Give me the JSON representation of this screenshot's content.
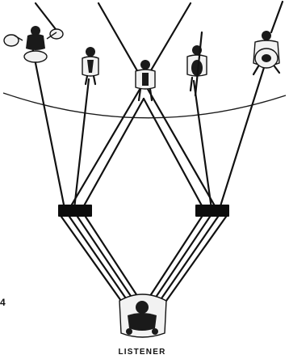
{
  "labels": {
    "listener": "LISTENER",
    "figure_number": "4"
  },
  "musicians": [
    {
      "name": "drummer"
    },
    {
      "name": "saxophonist"
    },
    {
      "name": "trumpeter"
    },
    {
      "name": "guitarist"
    },
    {
      "name": "bassist"
    }
  ],
  "speakers": [
    {
      "name": "left-speaker"
    },
    {
      "name": "right-speaker"
    }
  ],
  "colors": {
    "ink": "#111111",
    "background": "#ffffff"
  }
}
